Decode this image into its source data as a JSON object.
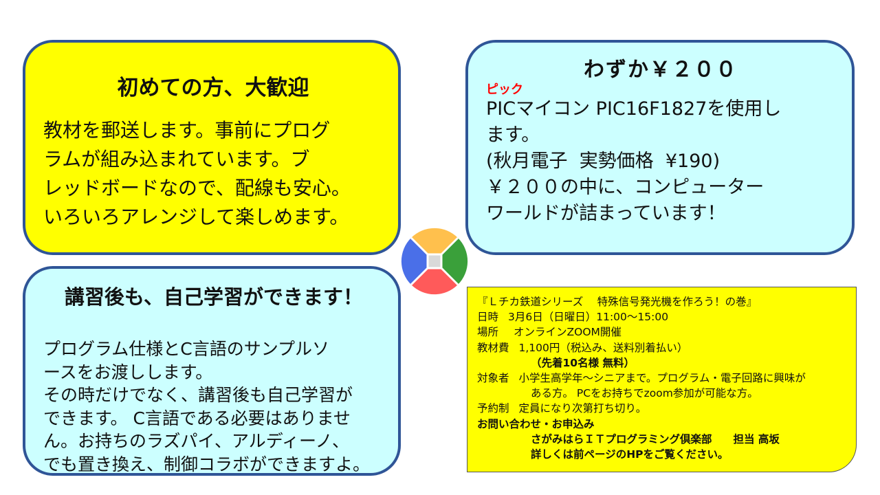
{
  "card1": {
    "title": "初めての方、大歓迎",
    "body": "教材を郵送します。事前にプログ\nラムが組み込まれています。ブ\nレッドボードなので、配線も安心。\nいろいろアレンジして楽しめます。"
  },
  "card2": {
    "title": "わずか￥２００",
    "ruby": "ピック",
    "body": "PICマイコン PIC16F1827を使用し\nます。\n(秋月電子  実勢価格  ¥190)\n￥２００の中に、コンピューター\nワールドが詰まっています！"
  },
  "card3": {
    "title": "講習後も、自己学習ができます！",
    "body": "プログラム仕様とC言語のサンプルソ\nースをお渡しします。\nその時だけでなく、講習後も自己学習が\nできます。 C言語である必要はありませ\nん。お持ちのラズパイ、アルディーノ、\nでも置き換え、制御コラボができますよ。"
  },
  "event": {
    "title": "『Ｌチカ鉄道シリーズ　 特殊信号発光機を作ろう！の巻』",
    "date_label": "日時",
    "date_value": "3月6日（日曜日）11:00～15:00",
    "place_label": "場所",
    "place_value": "オンラインZOOM開催",
    "fee_label": "教材費",
    "fee_value": "1,100円（税込み、送料別着払い）",
    "fee_note": "（先着10名様 無料）",
    "target_label": "対象者",
    "target_value_1": "小学生高学年～シニアまで。プログラム・電子回路に興味が",
    "target_value_2": "ある方。 PCをお持ちでzoom参加が可能な方。",
    "reserve_label": "予約制",
    "reserve_value": "定員になり次第打ち切り。",
    "contact_label": "お問い合わせ・お申込み",
    "contact_org": "さがみはらＩＴプログラミング倶楽部　　担当 高坂",
    "contact_note": "詳しくは前ページのHPをご覧ください。"
  },
  "compass": {
    "top_color": "#ffc04d",
    "right_color": "#3aa03a",
    "bottom_color": "#ff5a5a",
    "left_color": "#4a6fe8",
    "center_color": "#d9d9d9"
  }
}
